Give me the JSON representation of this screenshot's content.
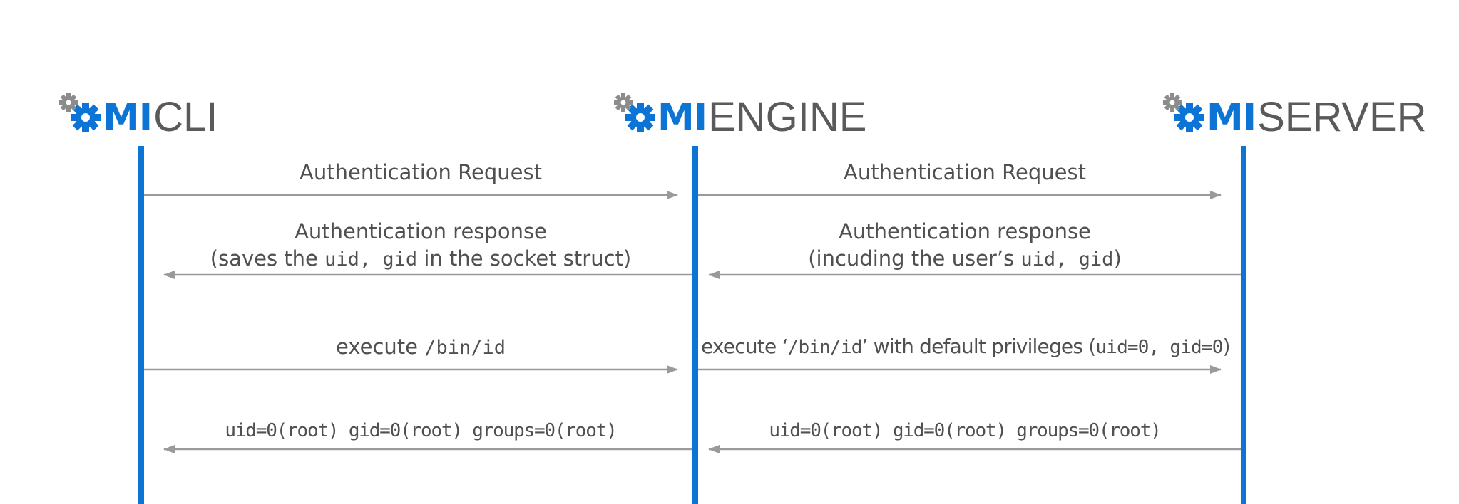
{
  "brand": "MI",
  "participants": [
    {
      "name": "CLI"
    },
    {
      "name": "ENGINE"
    },
    {
      "name": "SERVER"
    }
  ],
  "colors": {
    "accent": "#0c74d4",
    "gear_small": "#8c8c8c",
    "text": "#505050",
    "arrow": "#9a9a9a"
  },
  "messages": {
    "m1": {
      "text": "Authentication Request"
    },
    "m2": {
      "text": "Authentication Request"
    },
    "m3": {
      "line1": "Authentication response",
      "pre": "(saves the ",
      "code": "uid, gid",
      "post": " in the socket struct)"
    },
    "m4": {
      "line1": "Authentication response",
      "pre": "(incuding the user’s ",
      "code": "uid, gid",
      "post": ")"
    },
    "m5": {
      "pre": "execute ",
      "code": "/bin/id"
    },
    "m6": {
      "pre": "execute ‘",
      "code": "/bin/id",
      "mid": "’ with default privileges (",
      "code2": "uid=0, gid=0",
      "post": ")"
    },
    "m7": {
      "text": "uid=0(root) gid=0(root) groups=0(root)"
    },
    "m8": {
      "text": "uid=0(root) gid=0(root) groups=0(root)"
    }
  },
  "icons": [
    "gear-icon"
  ]
}
